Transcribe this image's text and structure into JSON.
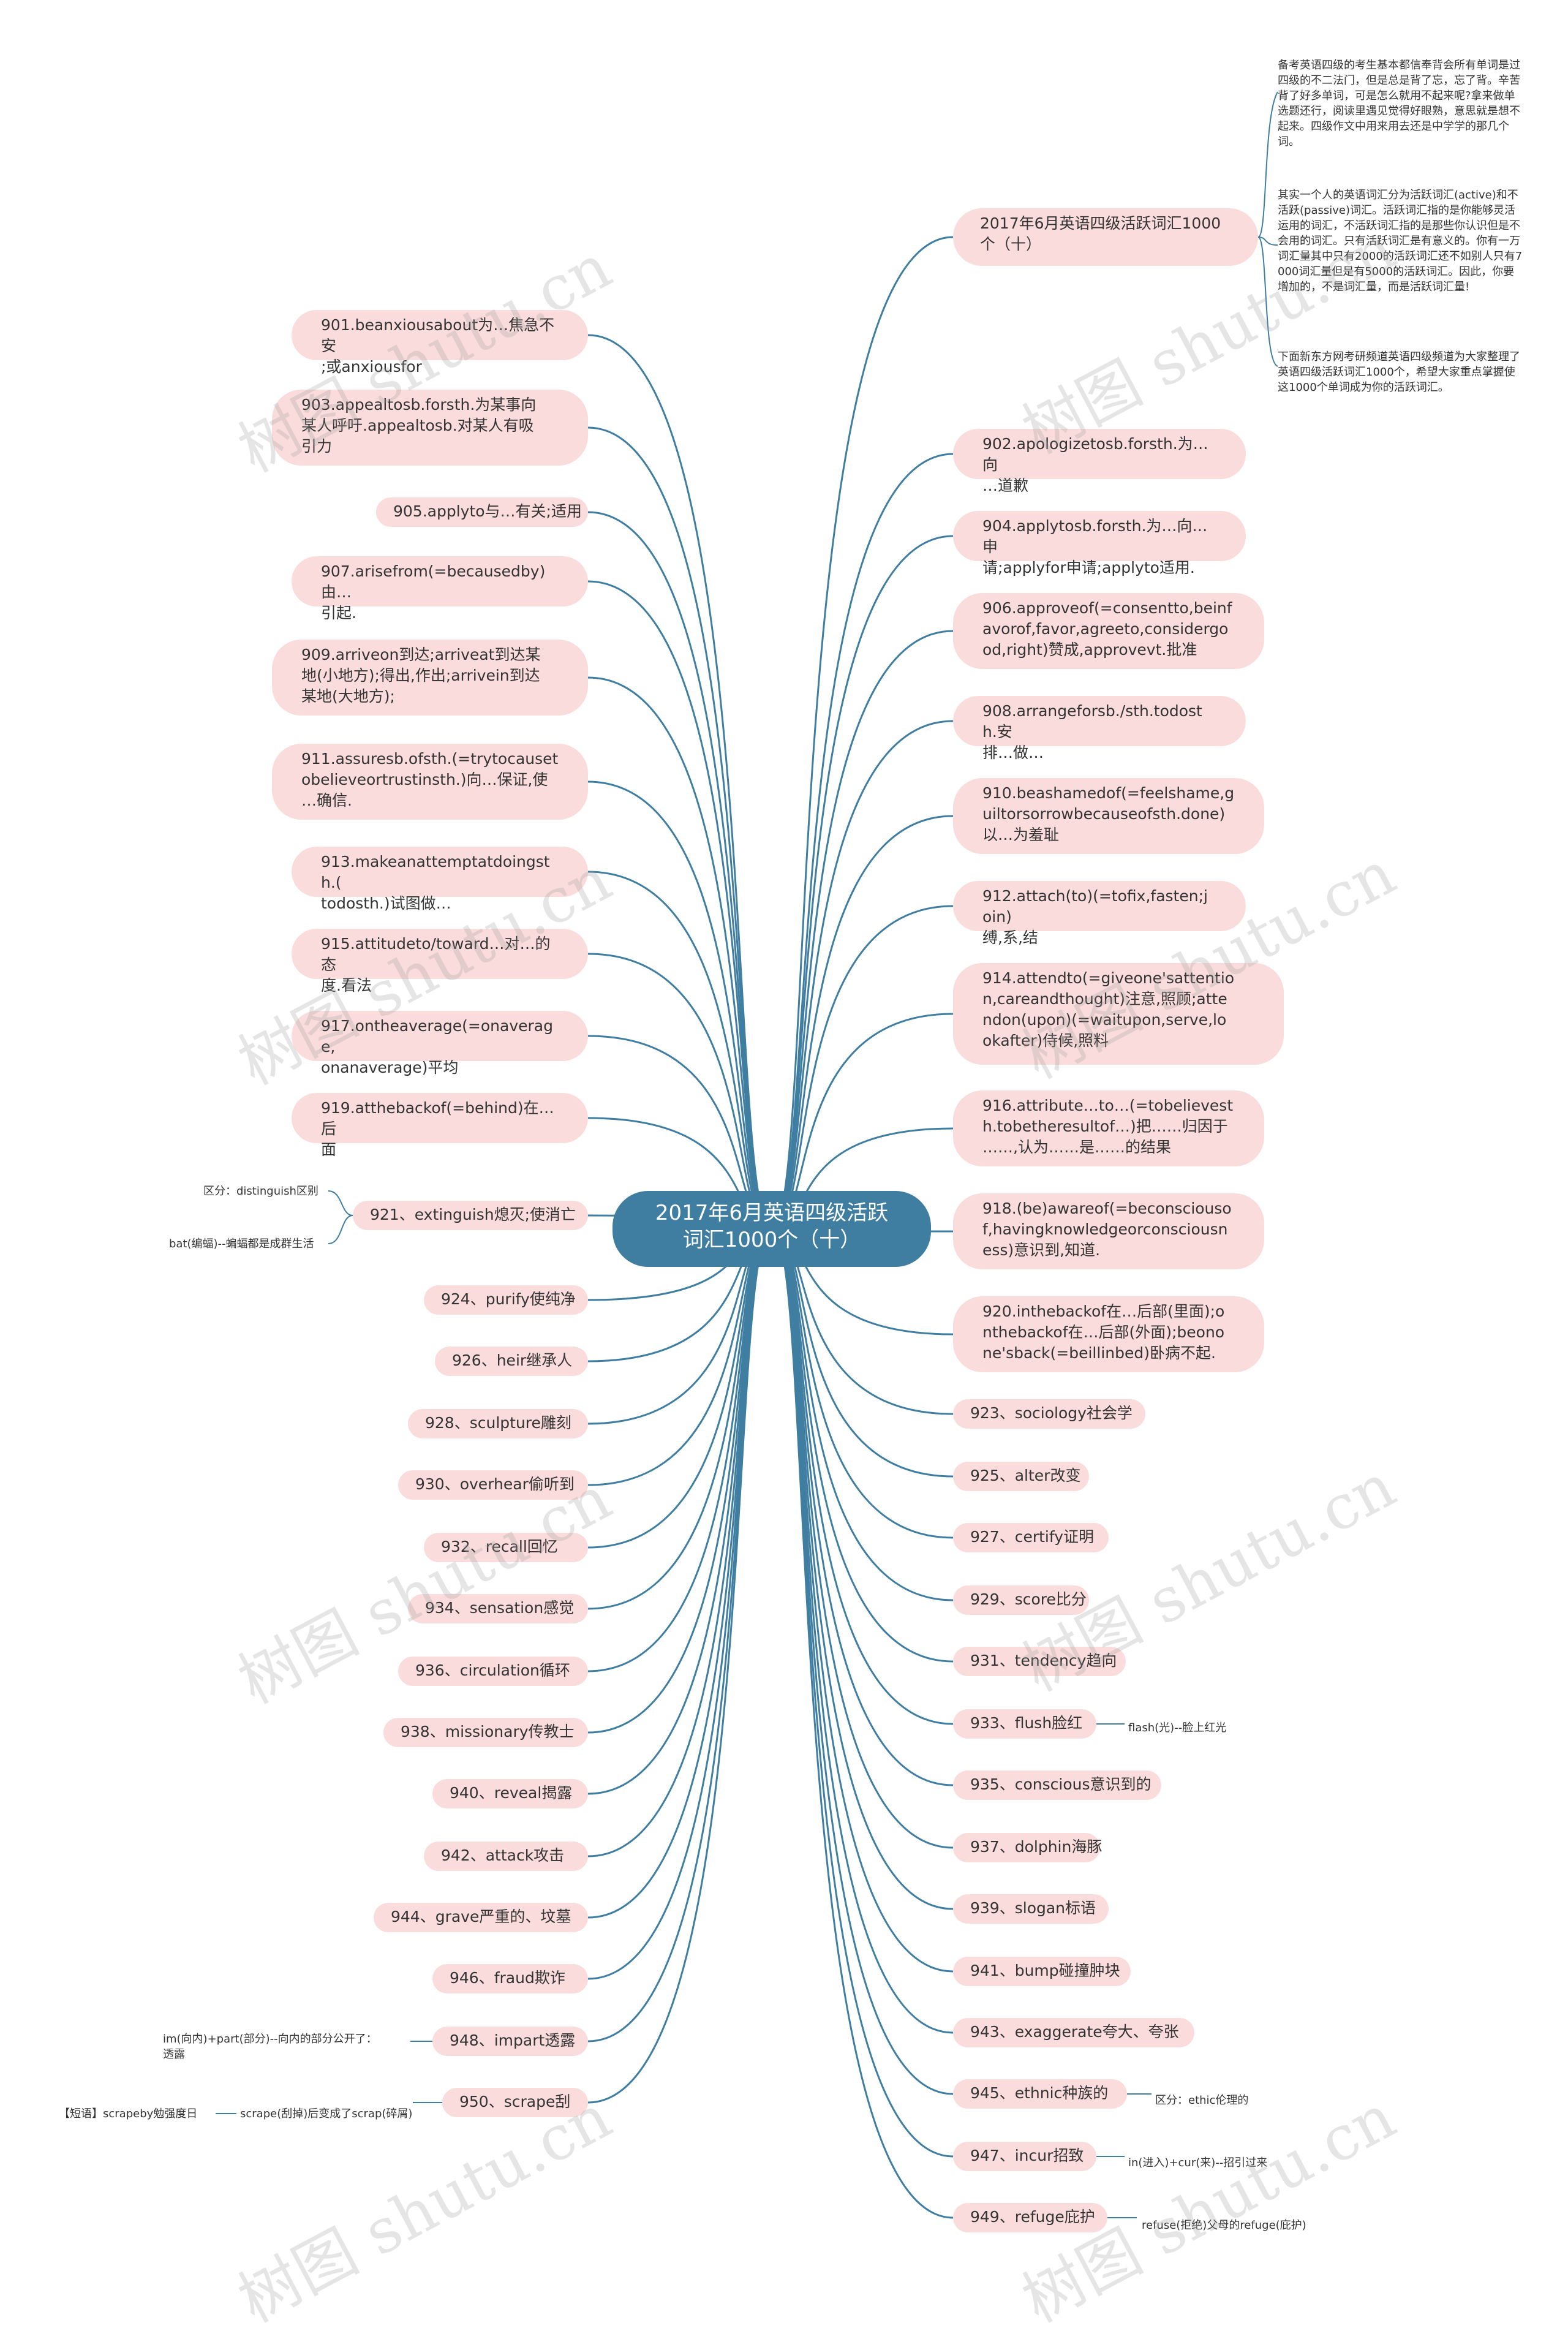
{
  "center": {
    "label": "2017年6月英语四级活跃\n词汇1000个（十）"
  },
  "intro": {
    "title": "2017年6月英语四级活跃词汇1000\n个（十）",
    "notes": [
      "备考英语四级的考生基本都信奉背会所有单词是过四级的不二法门，但是总是背了忘，忘了背。辛苦背了好多单词，可是怎么就用不起来呢?拿来做单选题还行，阅读里遇见觉得好眼熟，意思就是想不起来。四级作文中用来用去还是中学学的那几个词。",
      "其实一个人的英语词汇分为活跃词汇(active)和不活跃(passive)词汇。活跃词汇指的是你能够灵活运用的词汇，不活跃词汇指的是那些你认识但是不会用的词汇。只有活跃词汇是有意义的。你有一万词汇量其中只有2000的活跃词汇还不如别人只有7000词汇量但是有5000的活跃词汇。因此，你要增加的，不是词汇量，而是活跃词汇量!",
      "下面新东方网考研频道英语四级频道为大家整理了英语四级活跃词汇1000个，希望大家重点掌握使这1000个单词成为你的活跃词汇。"
    ]
  },
  "left": [
    {
      "label": "901.beanxiousabout为…焦急不安\n;或anxiousfor"
    },
    {
      "label": "903.appealtosb.forsth.为某事向\n某人呼吁.appealtosb.对某人有吸\n引力"
    },
    {
      "label": "905.applyto与…有关;适用"
    },
    {
      "label": "907.arisefrom(=becausedby)由…\n引起."
    },
    {
      "label": "909.arriveon到达;arriveat到达某\n地(小地方);得出,作出;arrivein到达\n某地(大地方);"
    },
    {
      "label": "911.assuresb.ofsth.(=trytocauset\nobelieveortrustinsth.)向…保证,使\n…确信."
    },
    {
      "label": "913.makeanattemptatdoingsth.(\ntodosth.)试图做…"
    },
    {
      "label": "915.attitudeto/toward…对…的态\n度.看法"
    },
    {
      "label": "917.ontheaverage(=onaverage,\nonanaverage)平均"
    },
    {
      "label": "919.atthebackof(=behind)在…后\n面"
    },
    {
      "label": "921、extinguish熄灭;使消亡"
    },
    {
      "label": "924、purify使纯净"
    },
    {
      "label": "926、heir继承人"
    },
    {
      "label": "928、sculpture雕刻"
    },
    {
      "label": "930、overhear偷听到"
    },
    {
      "label": "932、recall回忆"
    },
    {
      "label": "934、sensation感觉"
    },
    {
      "label": "936、circulation循环"
    },
    {
      "label": "938、missionary传教士"
    },
    {
      "label": "940、reveal揭露"
    },
    {
      "label": "942、attack攻击"
    },
    {
      "label": "944、grave严重的、坟墓"
    },
    {
      "label": "946、fraud欺诈"
    },
    {
      "label": "948、impart透露"
    },
    {
      "label": "950、scrape刮"
    }
  ],
  "right": [
    {
      "label": "902.apologizetosb.forsth.为…向\n…道歉"
    },
    {
      "label": "904.applytosb.forsth.为…向…申\n请;applyfor申请;applyto适用."
    },
    {
      "label": "906.approveof(=consentto,beinf\navorof,favor,agreeto,considergo\nod,right)赞成,approvevt.批准"
    },
    {
      "label": "908.arrangeforsb./sth.todosth.安\n排…做…"
    },
    {
      "label": "910.beashamedof(=feelshame,g\nuiltorsorrowbecauseofsth.done)\n以…为羞耻"
    },
    {
      "label": "912.attach(to)(=tofix,fasten;join)\n缚,系,结"
    },
    {
      "label": "914.attendto(=giveone'sattentio\nn,careandthought)注意,照顾;atte\nndon(upon)(=waitupon,serve,lo\nokafter)侍候,照料"
    },
    {
      "label": "916.attribute…to…(=tobelievest\nh.tobetheresultof…)把……归因于\n……,认为……是……的结果"
    },
    {
      "label": "918.(be)awareof(=beconsciouso\nf,havingknowledgeorconsciousn\ness)意识到,知道."
    },
    {
      "label": "920.inthebackof在…后部(里面);o\nnthebackof在…后部(外面);beono\nne'sback(=beillinbed)卧病不起."
    },
    {
      "label": "923、sociology社会学"
    },
    {
      "label": "925、alter改变"
    },
    {
      "label": "927、certify证明"
    },
    {
      "label": "929、score比分"
    },
    {
      "label": "931、tendency趋向"
    },
    {
      "label": "933、flush脸红"
    },
    {
      "label": "935、conscious意识到的"
    },
    {
      "label": "937、dolphin海豚"
    },
    {
      "label": "939、slogan标语"
    },
    {
      "label": "941、bump碰撞肿块"
    },
    {
      "label": "943、exaggerate夸大、夸张"
    },
    {
      "label": "945、ethnic种族的"
    },
    {
      "label": "947、incur招致"
    },
    {
      "label": "949、refuge庇护"
    }
  ],
  "subnotes": {
    "extinguish_1": "区分：distinguish区别",
    "extinguish_2": "bat(编蝠)--蝙蝠都是成群生活",
    "impart": "im(向内)+part(部分)--向内的部分公开了：\n透露",
    "scrape_1": "scrape(刮掉)后变成了scrap(碎屑)",
    "scrape_2": "【短语】scrapeby勉强度日",
    "flush": "flash(光)--脸上红光",
    "ethnic": "区分：ethic伦理的",
    "incur": "in(进入)+cur(来)--招引过来",
    "refuge": "refuse(拒绝)父母的refuge(庇护)"
  },
  "watermark": "树图 shutu.cn",
  "colors": {
    "center": "#3f7ea1",
    "node": "#fbdcdc",
    "line": "#3f7ea1",
    "text": "#333333"
  }
}
